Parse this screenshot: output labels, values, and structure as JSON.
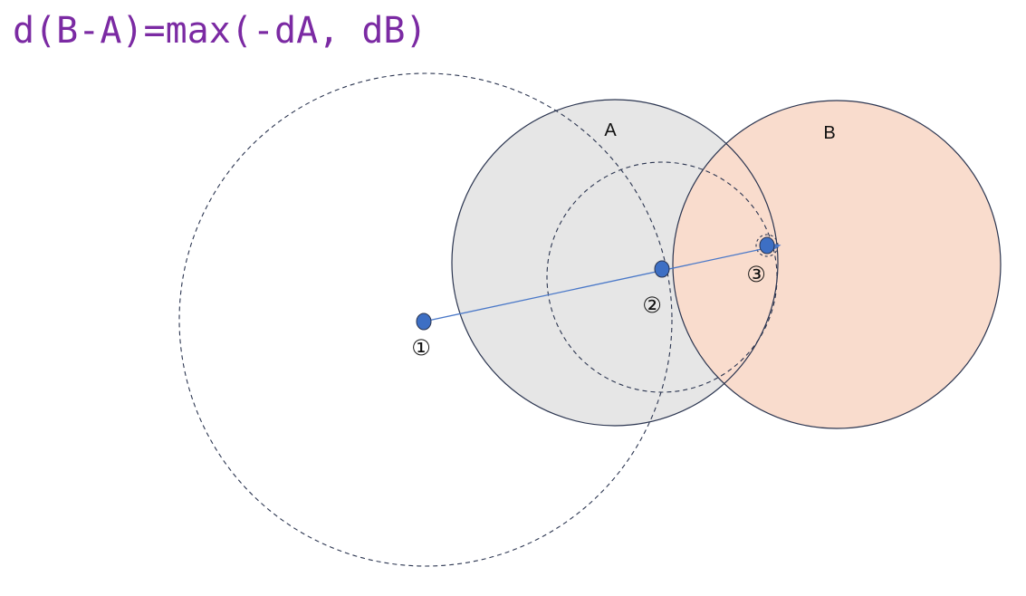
{
  "formula": "d(B-A)=max(-dA, dB)",
  "shapes": {
    "a_label": "A",
    "b_label": "B"
  },
  "markers": {
    "point_1": "①",
    "point_2": "②",
    "point_3": "③"
  },
  "colors": {
    "formula": "#7b2aa3",
    "shape_a_fill": "#e6e6e6",
    "shape_b_fill": "#f9dccd",
    "outline": "#2b3550",
    "path_line": "#4a78c8",
    "point_fill": "#3d6fc4"
  }
}
